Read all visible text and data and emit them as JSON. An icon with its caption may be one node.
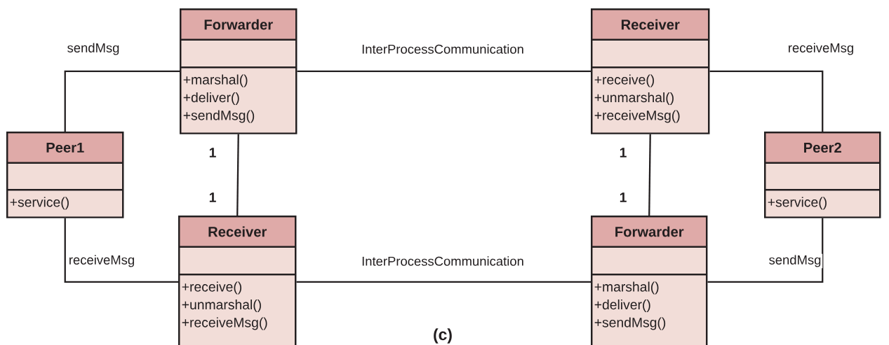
{
  "diagram": {
    "caption": "(c)",
    "nodes": [
      {
        "text": [
          "Forwarder",
          "+marshal()",
          "+deliver()",
          "+sendMsg()"
        ]
      },
      {
        "text": [
          "Receiver",
          "+receive()",
          "+unmarshal()",
          "+receiveMsg()"
        ]
      },
      {
        "text": [
          "Peer1",
          "+service()"
        ]
      },
      {
        "text": [
          "Peer2",
          "+service()"
        ]
      },
      {
        "text": [
          "Receiver",
          "+receive()",
          "+unmarshal()",
          "+receiveMsg()"
        ]
      },
      {
        "text": [
          "Forwarder",
          "+marshal()",
          "+deliver()",
          "+sendMsg()"
        ]
      }
    ],
    "edges": [
      {
        "from": 2,
        "to": 0,
        "arrow": "none",
        "label": "sendMsg"
      },
      {
        "from": 0,
        "to": 1,
        "arrow": "none",
        "label": "InterProcessCommunication"
      },
      {
        "from": 1,
        "to": 3,
        "arrow": "none",
        "label": "receiveMsg"
      },
      {
        "from": 0,
        "to": 4,
        "arrow": "none"
      },
      {
        "from": 1,
        "to": 5,
        "arrow": "none"
      },
      {
        "from": 2,
        "to": 4,
        "arrow": "none",
        "label": "receiveMsg"
      },
      {
        "from": 4,
        "to": 5,
        "arrow": "none",
        "label": "InterProcessCommunication"
      },
      {
        "from": 3,
        "to": 5,
        "arrow": "none",
        "label": "sendMsg"
      }
    ],
    "labels": [
      "1",
      "1",
      "1",
      "1"
    ]
  }
}
